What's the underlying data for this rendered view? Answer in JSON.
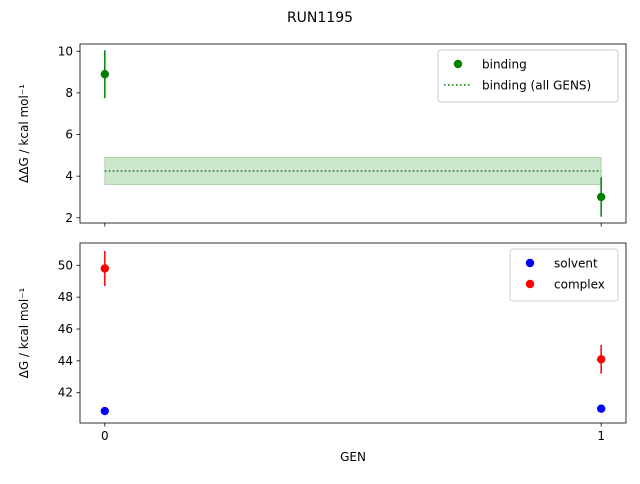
{
  "figure": {
    "title": "RUN1195"
  },
  "chart_data": [
    {
      "type": "scatter",
      "xlabel": "",
      "ylabel": "ΔΔG / kcal mol⁻¹",
      "xlim": [
        -0.05,
        1.05
      ],
      "ylim": [
        1.75,
        10.35
      ],
      "x_ticks": [
        0,
        1
      ],
      "x_tick_labels": [
        "",
        ""
      ],
      "y_ticks": [
        2,
        4,
        6,
        8,
        10
      ],
      "grid": false,
      "legend_position": "top-right",
      "series": [
        {
          "name": "binding",
          "kind": "errorbar",
          "color": "#008000",
          "x": [
            0,
            1
          ],
          "y": [
            8.9,
            3.0
          ],
          "yerr": [
            1.15,
            0.95
          ]
        }
      ],
      "bands": [
        {
          "name": "binding (all GENS)",
          "color": "#008000",
          "y": 4.25,
          "low": 3.6,
          "high": 4.9,
          "x_start": 0,
          "x_end": 1
        }
      ]
    },
    {
      "type": "scatter",
      "xlabel": "GEN",
      "ylabel": "ΔG / kcal mol⁻¹",
      "xlim": [
        -0.05,
        1.05
      ],
      "ylim": [
        40.1,
        51.4
      ],
      "x_ticks": [
        0,
        1
      ],
      "x_tick_labels": [
        "0",
        "1"
      ],
      "y_ticks": [
        42,
        44,
        46,
        48,
        50
      ],
      "grid": false,
      "legend_position": "top-right",
      "series": [
        {
          "name": "solvent",
          "kind": "errorbar",
          "color": "#0000ff",
          "x": [
            0,
            1
          ],
          "y": [
            40.85,
            41.0
          ],
          "yerr": [
            0.05,
            0.05
          ]
        },
        {
          "name": "complex",
          "kind": "errorbar",
          "color": "#ff0000",
          "x": [
            0,
            1
          ],
          "y": [
            49.8,
            44.1
          ],
          "yerr": [
            1.1,
            0.9
          ]
        }
      ]
    }
  ]
}
